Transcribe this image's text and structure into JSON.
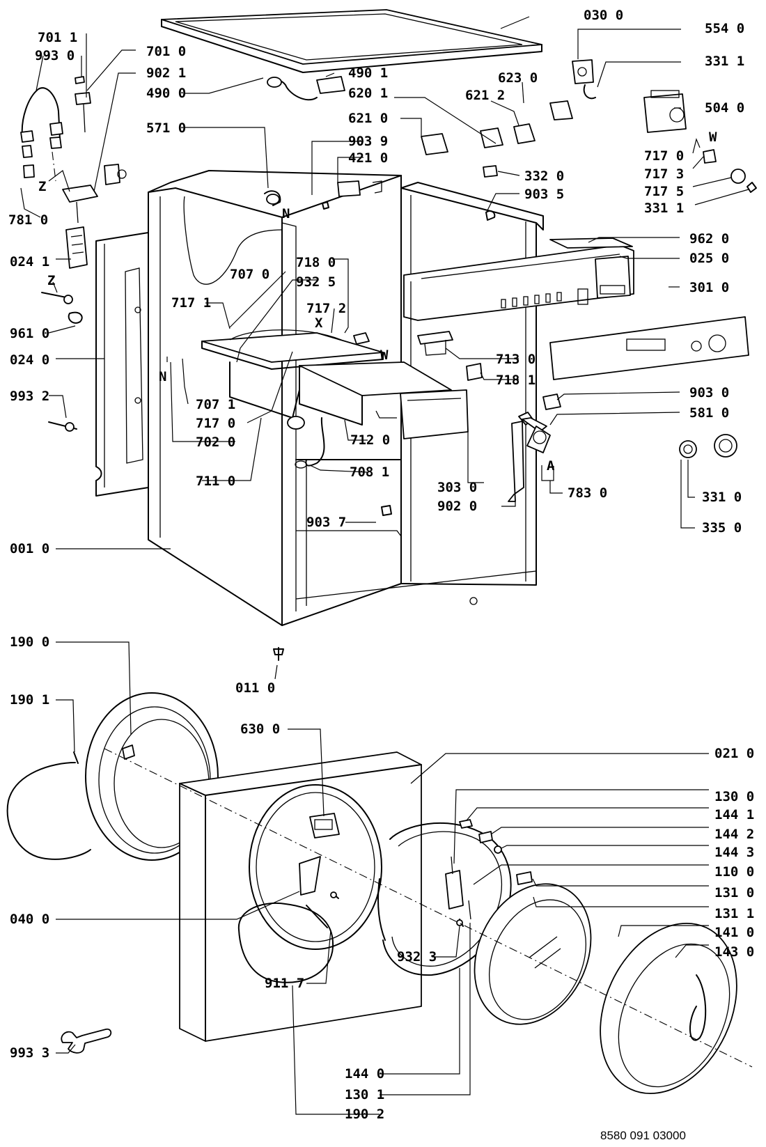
{
  "labels": {
    "p0300": "030 0",
    "p5540": "554 0",
    "p7011": "701 1",
    "p9930": "993 0",
    "p7010": "701 0",
    "p3311a": "331 1",
    "p9021": "902 1",
    "p4901": "490 1",
    "p6230": "623 0",
    "p4900": "490 0",
    "p6201": "620 1",
    "p6212": "621 2",
    "p5040": "504 0",
    "p5710": "571 0",
    "p6210": "621 0",
    "p9039": "903 9",
    "pW1": "W",
    "p7170": "717 0",
    "p4210": "421 0",
    "p7173": "717 3",
    "p3320": "332 0",
    "p7175": "717 5",
    "pZ1": "Z",
    "p9035": "903 5",
    "p3311b": "331 1",
    "pN1": "N",
    "p7810": "781 0",
    "p9620": "962 0",
    "p0241": "024 1",
    "p0250": "025 0",
    "p7180": "718 0",
    "p7070": "707 0",
    "pZ2": "Z",
    "p9325": "932 5",
    "p3010": "301 0",
    "p7171": "717 1",
    "p7172": "717 2",
    "pX": "X",
    "p9610": "961 0",
    "pW2": "W",
    "p7130": "713 0",
    "p0240": "024 0",
    "pN2": "N",
    "p7181": "718 1",
    "p9030": "903 0",
    "p9932": "993 2",
    "p7071": "707 1",
    "p5810": "581 0",
    "p7170b": "717 0",
    "p7120": "712 0",
    "p7020": "702 0",
    "pA": "A",
    "p7081": "708 1",
    "p3030": "303 0",
    "p7830": "783 0",
    "p7110": "711 0",
    "p3310": "331 0",
    "p9020": "902 0",
    "p3350": "335 0",
    "p9037": "903 7",
    "p0010": "001 0",
    "p1900": "190 0",
    "p0110": "011 0",
    "p1901": "190 1",
    "p6300": "630 0",
    "p0210": "021 0",
    "p1300": "130 0",
    "p1441": "144 1",
    "p1442": "144 2",
    "p1443": "144 3",
    "p1100": "110 0",
    "p1310": "131 0",
    "p0400": "040 0",
    "p1311": "131 1",
    "p1410": "141 0",
    "p1430": "143 0",
    "p9323": "932 3",
    "p9117": "911 7",
    "p9933": "993 3",
    "p1440": "144 0",
    "p1301": "130 1",
    "p1902": "190 2"
  },
  "document_number": "8580 091 03000"
}
